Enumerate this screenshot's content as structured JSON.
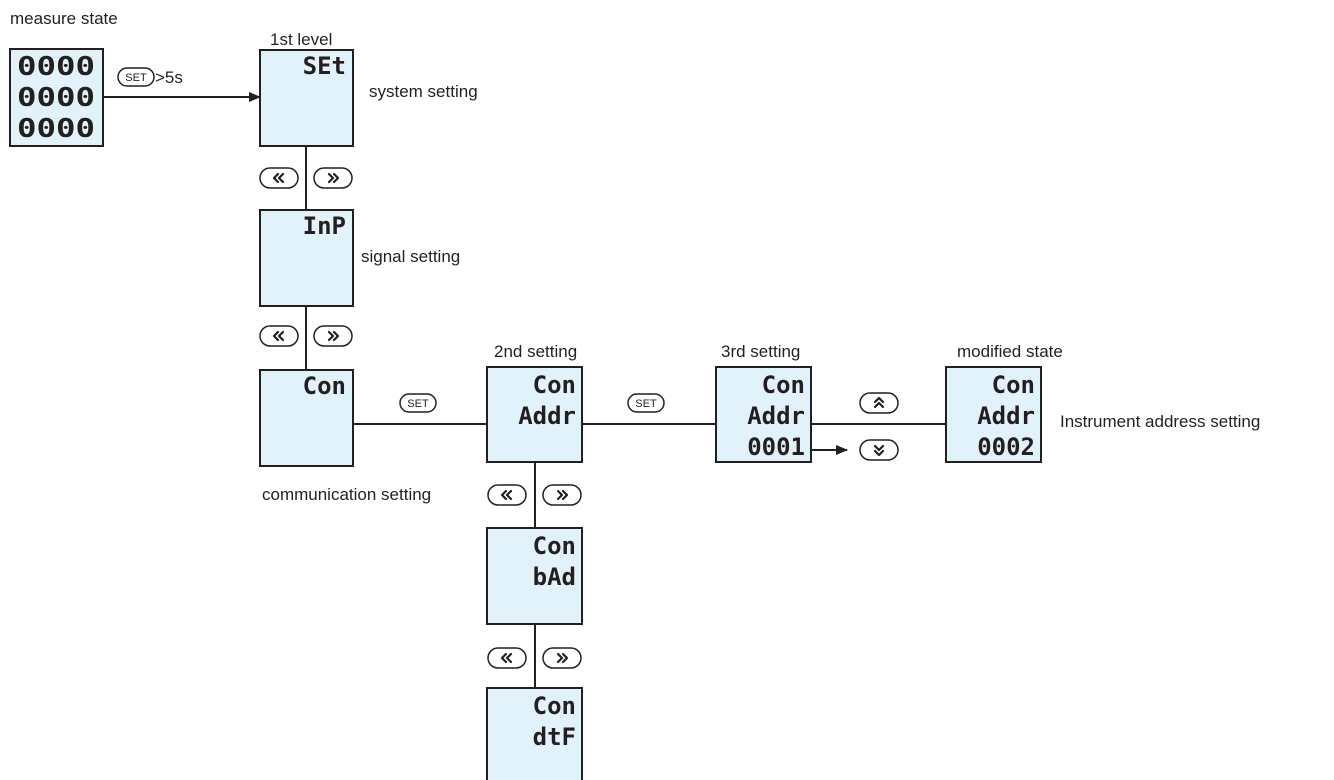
{
  "labels": {
    "measure_state": "measure state",
    "first_level": "1st level",
    "second_setting": "2nd setting",
    "third_setting": "3rd setting",
    "modified_state": "modified state",
    "system_setting": "system setting",
    "signal_setting": "signal setting",
    "communication_setting": "communication setting",
    "instrument_address_setting": "Instrument address setting",
    "hold_time": ">5s"
  },
  "buttons": {
    "set": "SET"
  },
  "icons": {
    "left": "double-chevron-left-icon",
    "right": "double-chevron-right-icon",
    "up": "double-chevron-up-icon",
    "down": "double-chevron-down-icon"
  },
  "displays": {
    "measure": [
      "0000",
      "0000",
      "0000"
    ],
    "set": [
      "SEt"
    ],
    "inp": [
      "InP"
    ],
    "com": [
      "Con"
    ],
    "com_addr": [
      "Con",
      "Addr"
    ],
    "com_addr_value": [
      "Con",
      "Addr",
      "0001"
    ],
    "com_addr_modified": [
      "Con",
      "Addr",
      "0002"
    ],
    "com_baud": [
      "Con",
      "bAd"
    ],
    "com_format": [
      "Con",
      "dtF"
    ]
  },
  "colors": {
    "screen": "#e1f2fa",
    "line": "#231f20"
  }
}
